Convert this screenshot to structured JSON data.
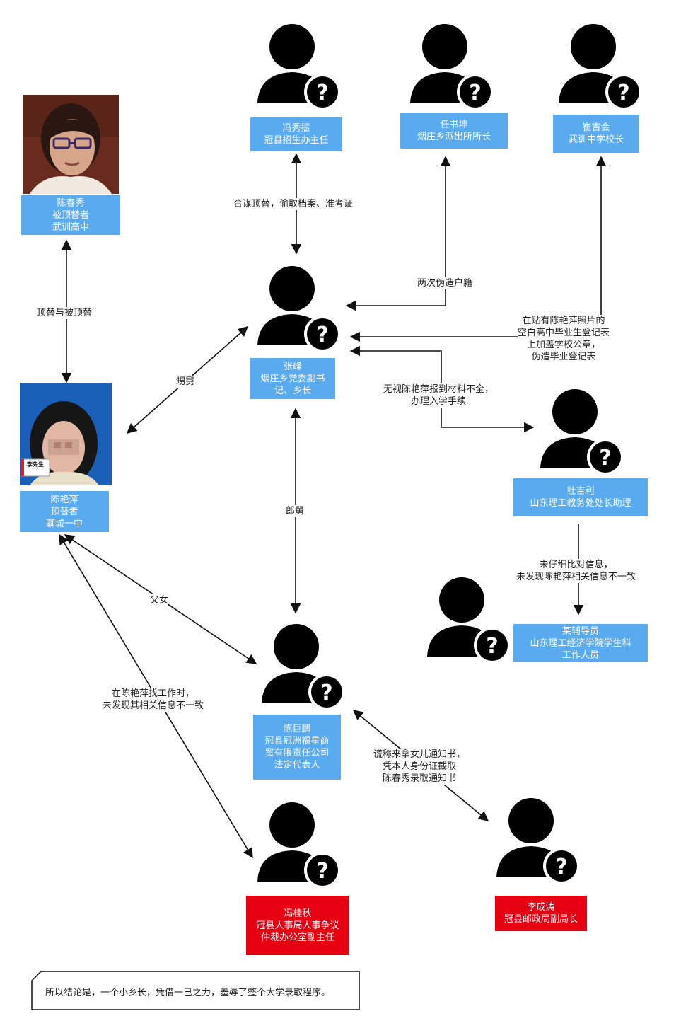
{
  "colors": {
    "box_blue": "#5aaaf0",
    "box_red": "#e60012",
    "edge": "#111111",
    "avatar": "#000000"
  },
  "people": {
    "chen_chunxiu": {
      "lines": [
        "陈春秀",
        "被顶替者",
        "武训高中"
      ],
      "icon": "photo-woman-glasses"
    },
    "chen_yanping": {
      "lines": [
        "陈艳萍",
        "顶替者",
        "聊城一中"
      ],
      "icon": "photo-woman-blurred",
      "photo_tag": "李先生"
    },
    "feng_xiuzhen": {
      "lines": [
        "冯秀振",
        "冠县招生办主任"
      ],
      "icon": "unknown-person-icon"
    },
    "ren_shukun": {
      "lines": [
        "任书坤",
        "烟庄乡派出所所长"
      ],
      "icon": "unknown-person-icon"
    },
    "cui_jihui": {
      "lines": [
        "崔吉会",
        "武训中学校长"
      ],
      "icon": "unknown-person-icon"
    },
    "zhang_feng": {
      "lines": [
        "张峰",
        "烟庄乡党委副书",
        "记、乡长"
      ],
      "icon": "unknown-person-icon"
    },
    "du_jili": {
      "lines": [
        "杜吉利",
        "山东理工教务处处长助理"
      ],
      "icon": "unknown-person-icon"
    },
    "counselor": {
      "lines": [
        "某辅导员",
        "山东理工经济学院学生科",
        "工作人员"
      ],
      "icon": "unknown-person-icon"
    },
    "chen_jupeng": {
      "lines": [
        "陈巨鹏",
        "冠县冠洲福星商",
        "贸有限责任公司",
        "法定代表人"
      ],
      "icon": "unknown-person-icon"
    },
    "feng_guiqiu": {
      "lines": [
        "冯桂秋",
        "冠县人事局人事争议",
        "仲裁办公室副主任"
      ],
      "icon": "unknown-person-icon"
    },
    "li_chengtao": {
      "lines": [
        "李成涛",
        "冠县邮政局副局长"
      ],
      "icon": "unknown-person-icon"
    }
  },
  "edges": {
    "e1": {
      "lines": [
        "合谋顶替，偷取档案、准考证"
      ]
    },
    "e2": {
      "lines": [
        "两次伪造户籍"
      ]
    },
    "e3": {
      "lines": [
        "在贴有陈艳萍照片的",
        "空白高中毕业生登记表",
        "上加盖学校公章，",
        "伪造毕业登记表"
      ]
    },
    "e4": {
      "lines": [
        "无视陈艳萍报到材料不全，",
        "办理入学手续"
      ]
    },
    "e5": {
      "lines": [
        "顶替与被顶替"
      ]
    },
    "e6": {
      "lines": [
        "甥舅"
      ]
    },
    "e7": {
      "lines": [
        "郎舅"
      ]
    },
    "e8": {
      "lines": [
        "父女"
      ]
    },
    "e9": {
      "lines": [
        "未仔细比对信息，",
        "未发现陈艳萍相关信息不一致"
      ]
    },
    "e10": {
      "lines": [
        "在陈艳萍找工作时，",
        "未发现其相关信息不一致"
      ]
    },
    "e11": {
      "lines": [
        "谎称来拿女儿通知书，",
        "凭本人身份证截取",
        "陈春秀录取通知书"
      ]
    }
  },
  "note": "所以结论是，一个小乡长，凭借一己之力，羞辱了整个大学录取程序。"
}
